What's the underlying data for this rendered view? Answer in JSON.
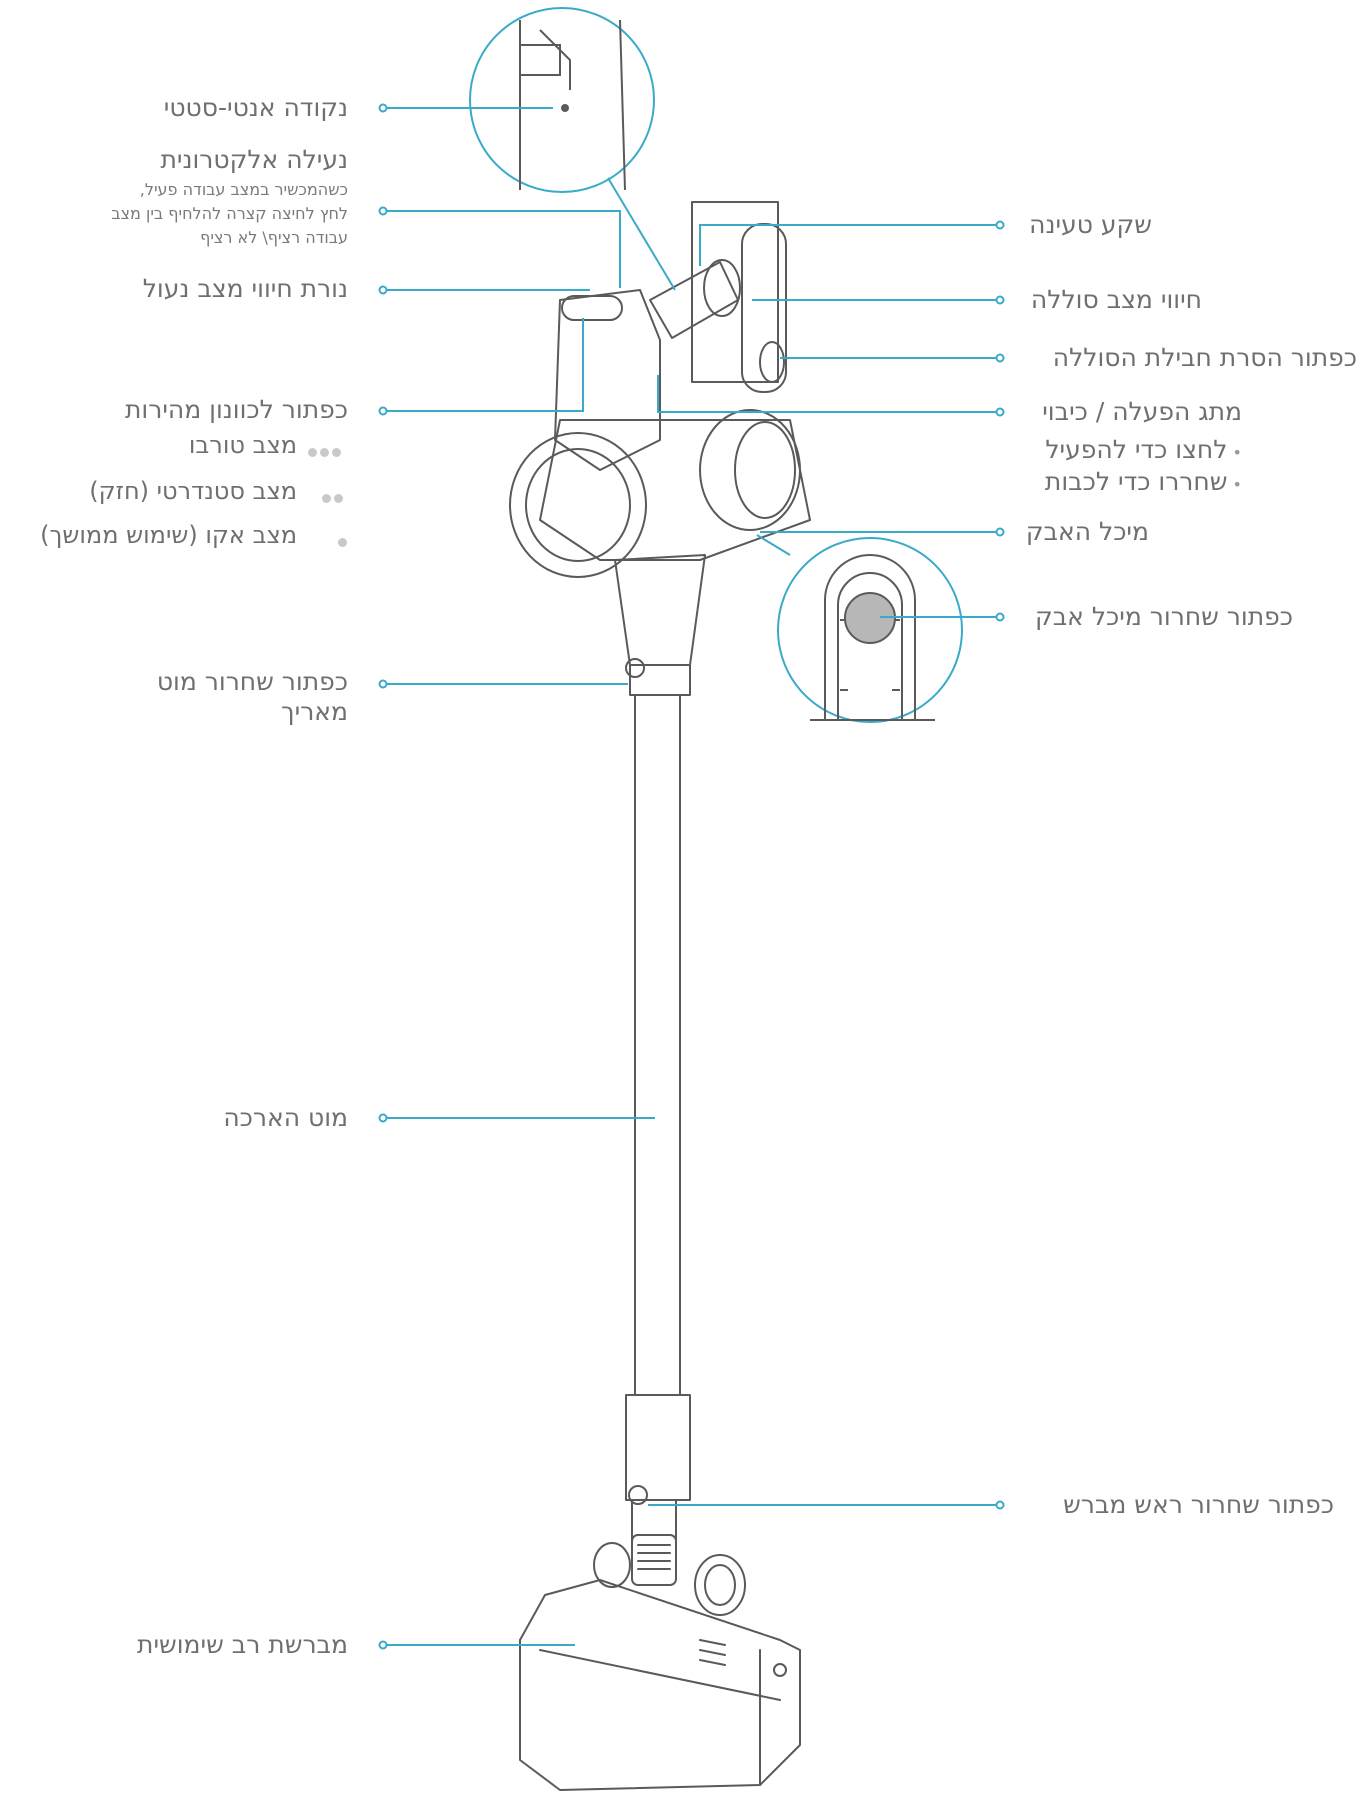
{
  "colors": {
    "accent": "#3aaac9",
    "outline": "#5a5a5a",
    "text": "#6f6f6f"
  },
  "labels": {
    "anti_static": "נקודה אנטי-סטטי",
    "electronic_lock_title": "נעילה אלקטרונית",
    "electronic_lock_desc_1": "כשהמכשיר במצב עבודה פעיל,",
    "electronic_lock_desc_2": "לחץ לחיצה קצרה להלחיף בין מצב",
    "electronic_lock_desc_3": "עבודה רציף\\ לא רציף",
    "lock_indicator": "נורת חיווי מצב נעול",
    "speed_button": "כפתור לכוונון מהירות",
    "mode_turbo": "מצב טורבו",
    "mode_standard": "מצב סטנדרטי (חזק)",
    "mode_eco": "מצב אקו (שימוש ממושך)",
    "rod_release_1": "כפתור שחרור מוט",
    "rod_release_2": "מאריך",
    "extension_rod": "מוט הארכה",
    "multi_brush": "מברשת רב שימושית",
    "charging_port": "שקע טעינה",
    "battery_indicator": "חיווי מצב סוללה",
    "battery_release": "כפתור הסרת חבילת הסוללה",
    "power_switch": "מתג הפעלה / כיבוי",
    "press_on": "לחצו כדי להפעיל",
    "release_off": "שחררו כדי לכבות",
    "dust_bin": "מיכל האבק",
    "dust_bin_release": "כפתור שחרור מיכל אבק",
    "brush_release": "כפתור שחרור ראש מברש"
  },
  "mode_dots": {
    "turbo": 3,
    "standard": 2,
    "eco": 1
  }
}
